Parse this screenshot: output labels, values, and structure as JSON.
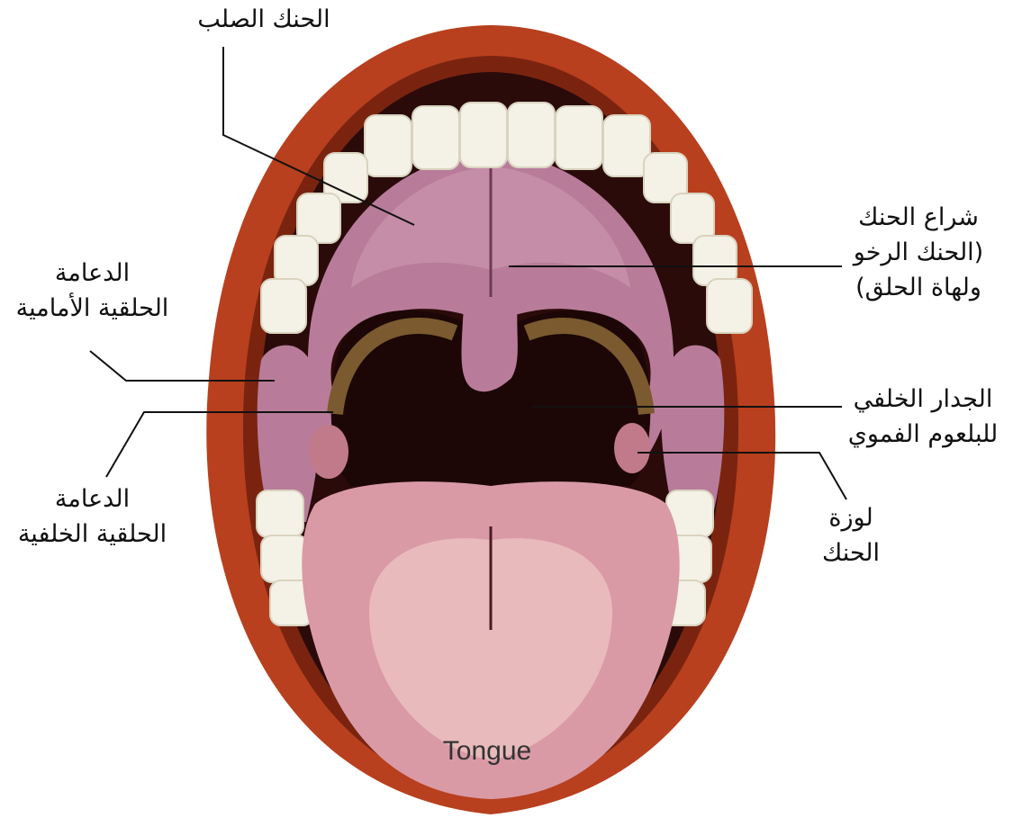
{
  "labels": {
    "hard_palate": {
      "lines": [
        "الحنك الصلب"
      ]
    },
    "soft_palate": {
      "lines": [
        "شراع الحنك",
        "(الحنك الرخو",
        "ولهاة الحلق)"
      ]
    },
    "anterior_arch": {
      "lines": [
        "الدعامة",
        "الحلقية الأمامية"
      ]
    },
    "posterior_arch": {
      "lines": [
        "الدعامة",
        "الحلقية الخلفية"
      ]
    },
    "pharynx_wall": {
      "lines": [
        "الجدار الخلفي",
        "للبلعوم الفموي"
      ]
    },
    "tonsil": {
      "lines": [
        "لوزة",
        "الحنك"
      ]
    },
    "tongue": "Tongue"
  },
  "colors": {
    "lips": "#b8401e",
    "lip_dark": "#7a2410",
    "mouth_inside": "#2a0b0a",
    "palate": "#b87c9a",
    "palate_light": "#cf9ab3",
    "tongue": "#d99aa6",
    "tongue_light": "#f0c8c4",
    "teeth": "#f4f1e6",
    "teeth_shadow": "#d9d3bf",
    "tonsil": "#c07a8a",
    "pharynx_arch": "#7a5a2e"
  }
}
